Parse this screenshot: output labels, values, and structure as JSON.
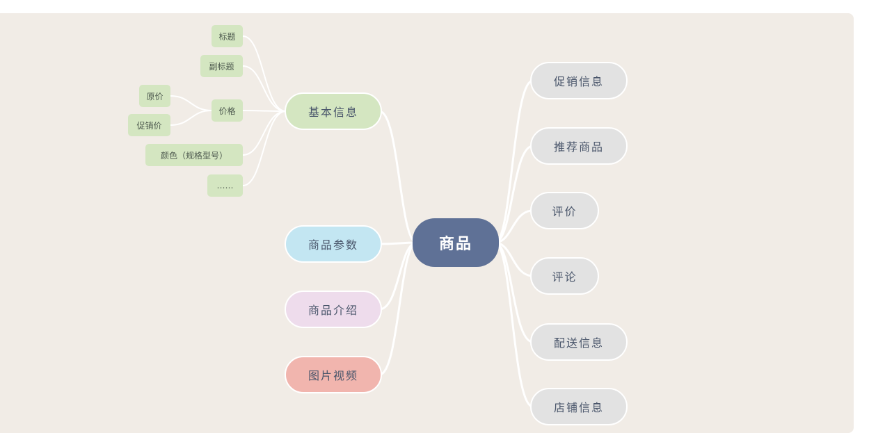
{
  "root": {
    "label": "商品",
    "color": "#5f7196"
  },
  "left_branches": [
    {
      "id": "basic",
      "label": "基本信息",
      "color": "#d4e6c1",
      "children": [
        {
          "label": "标题"
        },
        {
          "label": "副标题"
        },
        {
          "label": "价格",
          "children": [
            {
              "label": "原价"
            },
            {
              "label": "促销价"
            }
          ]
        },
        {
          "label": "颜色（规格型号）"
        },
        {
          "label": "……"
        }
      ]
    },
    {
      "id": "params",
      "label": "商品参数",
      "color": "#c3e6f2"
    },
    {
      "id": "intro",
      "label": "商品介绍",
      "color": "#eedcec"
    },
    {
      "id": "media",
      "label": "图片视频",
      "color": "#f1b5ae"
    }
  ],
  "right_branches": [
    {
      "id": "promo",
      "label": "促销信息",
      "color": "#e2e2e2"
    },
    {
      "id": "recommend",
      "label": "推荐商品",
      "color": "#e2e2e2"
    },
    {
      "id": "rating",
      "label": "评价",
      "color": "#e2e2e2"
    },
    {
      "id": "comment",
      "label": "评论",
      "color": "#e2e2e2"
    },
    {
      "id": "delivery",
      "label": "配送信息",
      "color": "#e2e2e2"
    },
    {
      "id": "shop",
      "label": "店铺信息",
      "color": "#e2e2e2"
    }
  ],
  "colors": {
    "canvas": "#f1ece6",
    "link": "#ffffff",
    "text": "#4a566b"
  }
}
